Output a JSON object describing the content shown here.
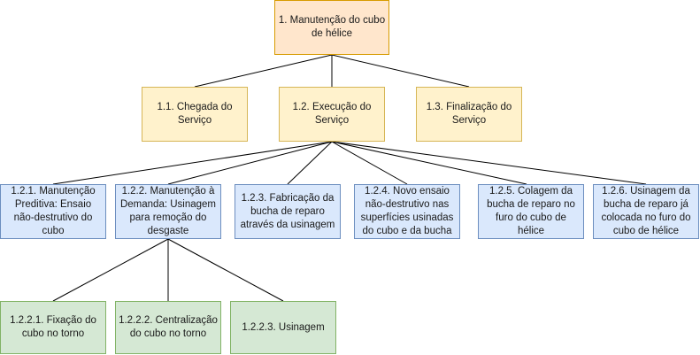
{
  "diagram": {
    "root": {
      "label": "1. Manutenção do cubo de hélice",
      "color": "#ffe6cc"
    },
    "phases": [
      {
        "label": "1.1. Chegada do Serviço"
      },
      {
        "label": "1.2. Execução do Serviço"
      },
      {
        "label": "1.3. Finalização do Serviço"
      }
    ],
    "execution_tasks": [
      {
        "label": "1.2.1. Manutenção Preditiva: Ensaio não-destrutivo do cubo"
      },
      {
        "label": "1.2.2. Manutenção à Demanda: Usinagem para remoção do desgaste"
      },
      {
        "label": "1.2.3. Fabricação da bucha de reparo através da usinagem"
      },
      {
        "label": "1.2.4. Novo ensaio não-destrutivo nas superfícies usinadas do cubo e da bucha"
      },
      {
        "label": "1.2.5. Colagem da bucha de reparo no furo do cubo de hélice"
      },
      {
        "label": "1.2.6. Usinagem da bucha de reparo já colocada no furo do cubo de hélice"
      }
    ],
    "machining_steps": [
      {
        "label": "1.2.2.1. Fixação do cubo no torno"
      },
      {
        "label": "1.2.2.2. Centralização do cubo no torno"
      },
      {
        "label": "1.2.2.3. Usinagem"
      }
    ],
    "colors": {
      "root_fill": "#ffe6cc",
      "phase_fill": "#fff2cc",
      "task_fill": "#dae8fc",
      "step_fill": "#d5e8d4",
      "connector": "#000000"
    }
  }
}
